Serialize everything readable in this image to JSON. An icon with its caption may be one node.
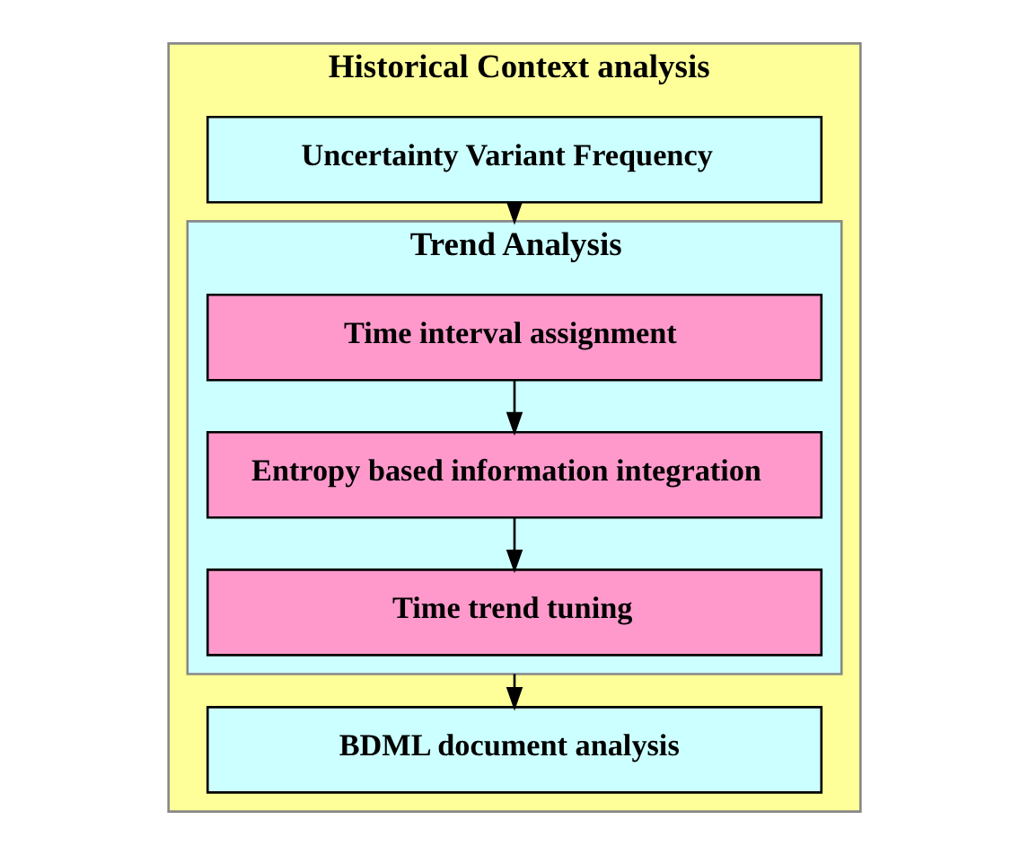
{
  "diagram": {
    "nodes": [
      {
        "text": [
          "Historical Context analysis"
        ]
      },
      {
        "text": [
          "Uncertainty Variant Frequency"
        ],
        "in": 0
      },
      {
        "text": [
          "Trend Analysis"
        ],
        "in": 0
      },
      {
        "text": [
          "Time interval assignment"
        ],
        "in": 2
      },
      {
        "text": [
          "Entropy based information integration"
        ],
        "in": 2
      },
      {
        "text": [
          "Time trend tuning"
        ],
        "in": 2
      },
      {
        "text": [
          "BDML document analysis"
        ],
        "in": 0
      }
    ],
    "edges": [
      {
        "from": 1,
        "to": 2,
        "arrow": "to"
      },
      {
        "from": 3,
        "to": 4,
        "arrow": "to"
      },
      {
        "from": 4,
        "to": 5,
        "arrow": "to"
      },
      {
        "from": 2,
        "to": 6,
        "arrow": "to"
      }
    ]
  }
}
